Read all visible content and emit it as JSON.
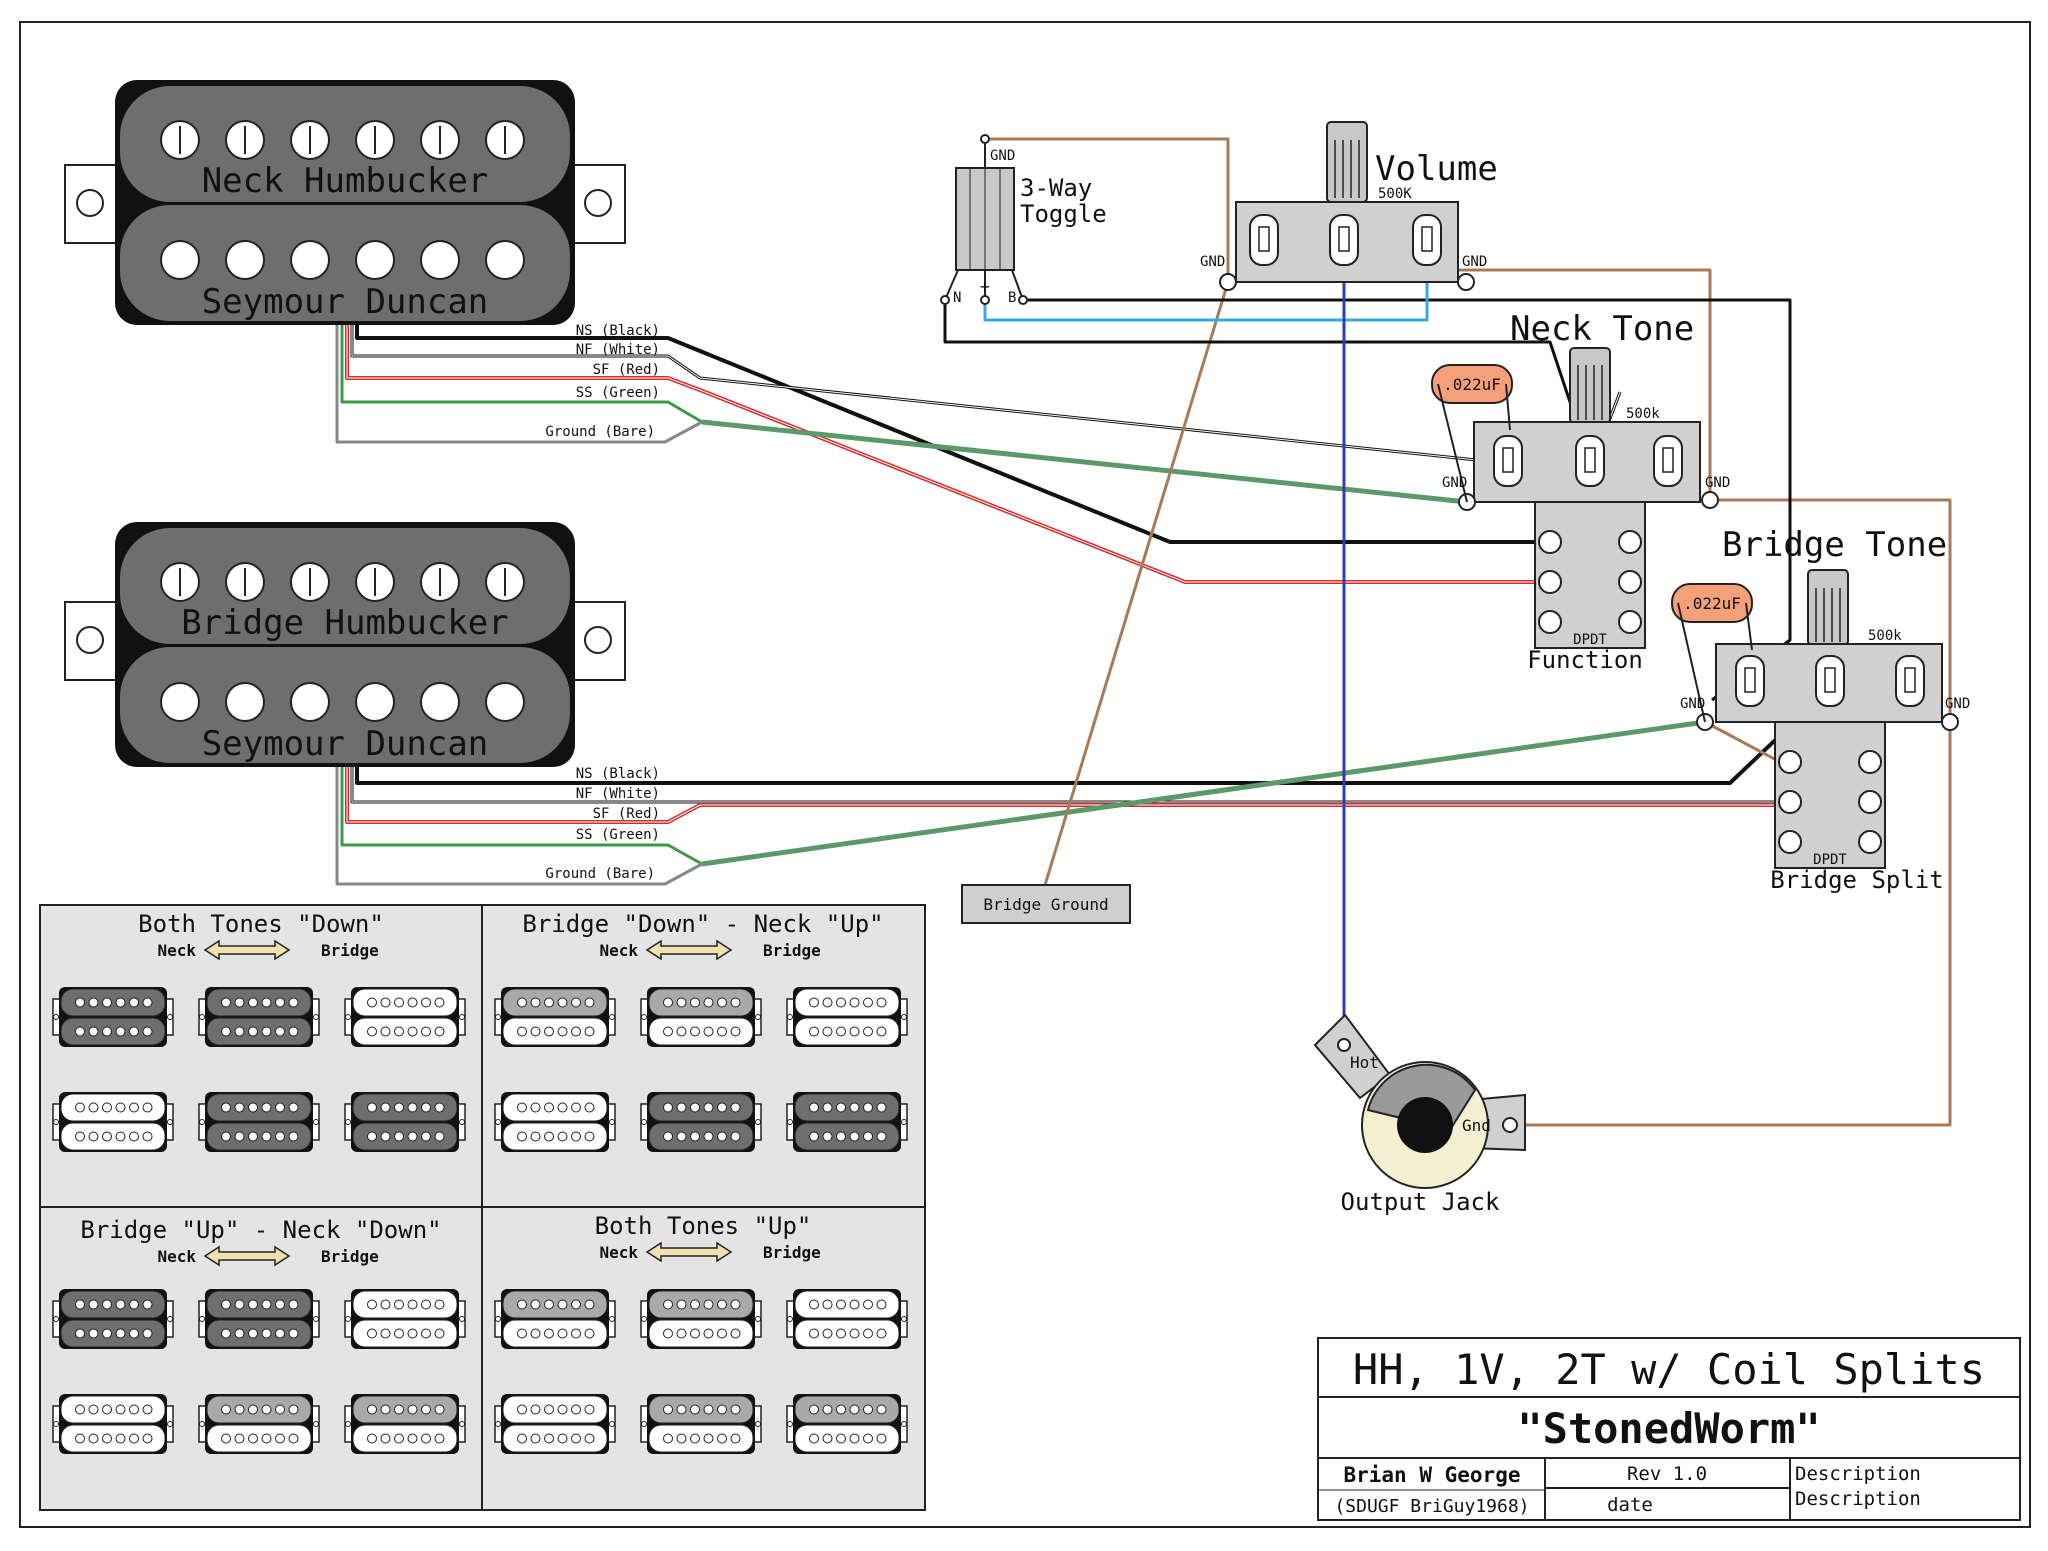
{
  "neck_pickup": {
    "name": "Neck Humbucker",
    "brand": "Seymour Duncan"
  },
  "bridge_pickup": {
    "name": "Bridge Humbucker",
    "brand": "Seymour Duncan"
  },
  "pickup_leads": [
    "NS (Black)",
    "NF (White)",
    "SF (Red)",
    "SS (Green)",
    "Ground (Bare)"
  ],
  "toggle": {
    "label_line1": "3-Way",
    "label_line2": "Toggle",
    "gnd": "GND",
    "n": "N",
    "plus": "+",
    "b": "B"
  },
  "volume": {
    "label": "Volume",
    "value": "500K",
    "gnd": "GND"
  },
  "neck_tone": {
    "label": "Neck Tone",
    "value": "500k",
    "cap": ".022uF",
    "gnd": "GND",
    "switch_type": "DPDT",
    "switch_label": "Function"
  },
  "bridge_tone": {
    "label": "Bridge Tone",
    "value": "500k",
    "cap": ".022uF",
    "gnd": "GND",
    "switch_type": "DPDT",
    "switch_label": "Bridge Split"
  },
  "bridge_ground": "Bridge Ground",
  "output_jack": {
    "label": "Output Jack",
    "hot": "Hot",
    "gnd": "Gnd"
  },
  "legend": {
    "neck": "Neck",
    "bridge": "Bridge",
    "panels": [
      {
        "title": "Both Tones \"Down\"",
        "grid": [
          [
            "dark",
            "dark",
            "white"
          ],
          [
            "white",
            "dark",
            "dark"
          ]
        ]
      },
      {
        "title": "Bridge \"Down\" - Neck \"Up\"",
        "grid": [
          [
            "half",
            "half",
            "white"
          ],
          [
            "white",
            "dark",
            "dark"
          ]
        ]
      },
      {
        "title": "Bridge \"Up\" - Neck \"Down\"",
        "grid": [
          [
            "dark",
            "dark",
            "white"
          ],
          [
            "white",
            "halfb",
            "halfb"
          ]
        ]
      },
      {
        "title": "Both Tones \"Up\"",
        "grid": [
          [
            "half",
            "half",
            "white"
          ],
          [
            "white",
            "halfb",
            "halfb"
          ]
        ]
      }
    ]
  },
  "title_block": {
    "title": "HH, 1V, 2T w/ Coil Splits",
    "subtitle": "\"StonedWorm\"",
    "author": "Brian W George",
    "handle": "(SDUGF BriGuy1968)",
    "rev": "Rev 1.0",
    "date": "date",
    "desc1": "Description",
    "desc2": "Description"
  },
  "colors": {
    "black_wire": "#111111",
    "white_wire": "#ffffff",
    "red_wire": "#d62b2b",
    "green_wire": "#3a9a4a",
    "ground_wire": "#a87a57",
    "blue_wire": "#2a40b0",
    "cyan_wire": "#38a8e0",
    "pickup_dark": "#6e6e6e",
    "pickup_mid": "#a9a9a9",
    "cap_orange": "#f6a07a"
  }
}
